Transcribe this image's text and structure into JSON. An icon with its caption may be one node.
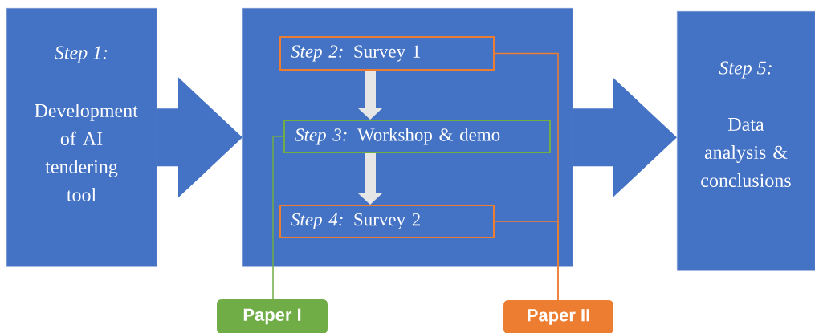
{
  "diagram": {
    "nodes": [
      {
        "text": [
          "Step 1:",
          "Development of AI tendering tool"
        ]
      },
      {
        "text": [],
        "shape": "box"
      },
      {
        "text": [
          "*Step 2:* Survey 1"
        ],
        "in": 1
      },
      {
        "text": [
          "*Step 3:* Workshop & demo"
        ],
        "in": 1
      },
      {
        "text": [
          "*Step 4:* Survey 2"
        ],
        "in": 1
      },
      {
        "text": [
          "Step 5:",
          "Data analysis & conclusions"
        ]
      },
      {
        "text": [
          "Paper I"
        ]
      },
      {
        "text": [
          "Paper II"
        ]
      }
    ],
    "edges": [
      {
        "from": 0,
        "to": 1,
        "arrow": "to",
        "style": "thick",
        "color": "#4472c4"
      },
      {
        "from": 1,
        "to": 5,
        "arrow": "to",
        "style": "thick",
        "color": "#4472c4"
      },
      {
        "from": 2,
        "to": 3,
        "arrow": "to",
        "color": "#e7e6e6"
      },
      {
        "from": 3,
        "to": 4,
        "arrow": "to",
        "color": "#e7e6e6"
      },
      {
        "from": 3,
        "to": 6,
        "arrow": "none",
        "color": "#70ad47"
      },
      {
        "from": 2,
        "to": 7,
        "arrow": "none",
        "color": "#ed7d31"
      },
      {
        "from": 4,
        "to": 7,
        "arrow": "none",
        "color": "#ed7d31"
      }
    ]
  }
}
